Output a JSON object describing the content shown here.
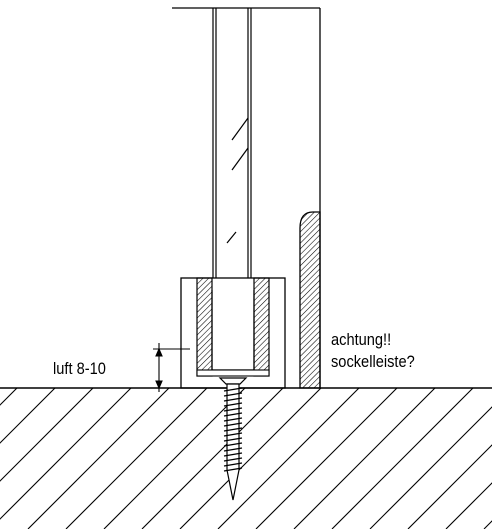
{
  "labels": {
    "gap": "luft 8-10",
    "warning_line1": "achtung!!",
    "warning_line2": "sockelleiste?"
  },
  "colors": {
    "ink": "#000000",
    "background": "#ffffff"
  }
}
